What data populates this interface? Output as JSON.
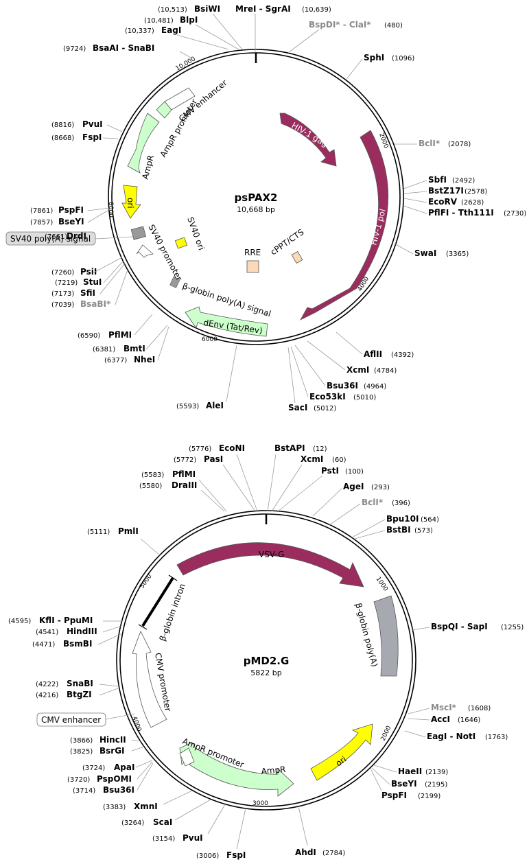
{
  "maps": [
    {
      "name": "psPAX2",
      "size_label": "10,668 bp",
      "length": 10668,
      "enzymes": [
        {
          "name": "BsiWI",
          "pos": "(10,513)",
          "color": "#000000"
        },
        {
          "name": "BlpI",
          "pos": "(10,481)",
          "color": "#000000"
        },
        {
          "name": "EagI",
          "pos": "(10,337)",
          "color": "#000000"
        },
        {
          "name": "BsaAI - SnaBI",
          "pos": "(9724)",
          "color": "#000000"
        },
        {
          "name": "MreI - SgrAI",
          "pos": "(10,639)",
          "color": "#000000"
        },
        {
          "name": "BspDI* - ClaI*",
          "pos": "(480)",
          "color": "#8a8a8a"
        },
        {
          "name": "SphI",
          "pos": "(1096)",
          "color": "#000000"
        },
        {
          "name": "BclI*",
          "pos": "(2078)",
          "color": "#8a8a8a"
        },
        {
          "name": "SbfI",
          "pos": "(2492)",
          "color": "#000000"
        },
        {
          "name": "BstZ17I",
          "pos": "(2578)",
          "color": "#000000"
        },
        {
          "name": "EcoRV",
          "pos": "(2628)",
          "color": "#000000"
        },
        {
          "name": "PflFI - Tth111I",
          "pos": "(2730)",
          "color": "#000000"
        },
        {
          "name": "SwaI",
          "pos": "(3365)",
          "color": "#000000"
        },
        {
          "name": "AflII",
          "pos": "(4392)",
          "color": "#000000"
        },
        {
          "name": "XcmI",
          "pos": "(4784)",
          "color": "#000000"
        },
        {
          "name": "Bsu36I",
          "pos": "(4964)",
          "color": "#000000"
        },
        {
          "name": "Eco53kI",
          "pos": "(5010)",
          "color": "#000000"
        },
        {
          "name": "SacI",
          "pos": "(5012)",
          "color": "#000000"
        },
        {
          "name": "AleI",
          "pos": "(5593)",
          "color": "#000000"
        },
        {
          "name": "PvuI",
          "pos": "(8816)",
          "color": "#000000"
        },
        {
          "name": "FspI",
          "pos": "(8668)",
          "color": "#000000"
        },
        {
          "name": "PspFI",
          "pos": "(7861)",
          "color": "#000000"
        },
        {
          "name": "BseYI",
          "pos": "(7857)",
          "color": "#000000"
        },
        {
          "name": "DrdI",
          "pos": "(7661)",
          "color": "#000000"
        },
        {
          "name": "PsiI",
          "pos": "(7260)",
          "color": "#000000"
        },
        {
          "name": "StuI",
          "pos": "(7219)",
          "color": "#000000"
        },
        {
          "name": "SfiI",
          "pos": "(7173)",
          "color": "#000000"
        },
        {
          "name": "BsaBI*",
          "pos": "(7039)",
          "color": "#8a8a8a"
        },
        {
          "name": "PflMI",
          "pos": "(6590)",
          "color": "#000000"
        },
        {
          "name": "BmtI",
          "pos": "(6381)",
          "color": "#000000"
        },
        {
          "name": "NheI",
          "pos": "(6377)",
          "color": "#000000"
        }
      ],
      "features": {
        "cmv_enhancer": "CMV enhancer",
        "ampr_promoter": "AmpR promoter",
        "ampr": "AmpR",
        "ori": "ori",
        "sv40_ori": "SV40 ori",
        "sv40_promoter": "SV40 promoter",
        "sv40_polya": "SV40 poly(A) signal",
        "globin_polya": "β-globin poly(A) signal",
        "denv": "dEnv (Tat/Rev)",
        "rre": "RRE",
        "cppt": "cPPT/CTS",
        "gag": "HIV-1 gag",
        "pol": "HIV-1 pol"
      },
      "ticks": [
        "10,000",
        "2000",
        "4000",
        "6000",
        "8000"
      ],
      "colors": {
        "gag_pol": "#9b2c5e",
        "ampr": "#ccffcc",
        "ori": "#ffff00",
        "rre": "#fcd9b8",
        "gray_box": "#999999"
      }
    },
    {
      "name": "pMD2.G",
      "size_label": "5822 bp",
      "length": 5822,
      "enzymes": [
        {
          "name": "EcoNI",
          "pos": "(5776)",
          "color": "#000000"
        },
        {
          "name": "PasI",
          "pos": "(5772)",
          "color": "#000000"
        },
        {
          "name": "PflMI",
          "pos": "(5583)",
          "color": "#000000"
        },
        {
          "name": "DraIII",
          "pos": "(5580)",
          "color": "#000000"
        },
        {
          "name": "PmlI",
          "pos": "(5111)",
          "color": "#000000"
        },
        {
          "name": "BstAPI",
          "pos": "(12)",
          "color": "#000000"
        },
        {
          "name": "XcmI",
          "pos": "(60)",
          "color": "#000000"
        },
        {
          "name": "PstI",
          "pos": "(100)",
          "color": "#000000"
        },
        {
          "name": "AgeI",
          "pos": "(293)",
          "color": "#000000"
        },
        {
          "name": "BclI*",
          "pos": "(396)",
          "color": "#8a8a8a"
        },
        {
          "name": "Bpu10I",
          "pos": "(564)",
          "color": "#000000"
        },
        {
          "name": "BstBI",
          "pos": "(573)",
          "color": "#000000"
        },
        {
          "name": "BspQI - SapI",
          "pos": "(1255)",
          "color": "#000000"
        },
        {
          "name": "MscI*",
          "pos": "(1608)",
          "color": "#8a8a8a"
        },
        {
          "name": "AccI",
          "pos": "(1646)",
          "color": "#000000"
        },
        {
          "name": "EagI - NotI",
          "pos": "(1763)",
          "color": "#000000"
        },
        {
          "name": "HaeII",
          "pos": "(2139)",
          "color": "#000000"
        },
        {
          "name": "BseYI",
          "pos": "(2195)",
          "color": "#000000"
        },
        {
          "name": "PspFI",
          "pos": "(2199)",
          "color": "#000000"
        },
        {
          "name": "AhdI",
          "pos": "(2784)",
          "color": "#000000"
        },
        {
          "name": "FspI",
          "pos": "(3006)",
          "color": "#000000"
        },
        {
          "name": "PvuI",
          "pos": "(3154)",
          "color": "#000000"
        },
        {
          "name": "ScaI",
          "pos": "(3264)",
          "color": "#000000"
        },
        {
          "name": "XmnI",
          "pos": "(3383)",
          "color": "#000000"
        },
        {
          "name": "Bsu36I",
          "pos": "(3714)",
          "color": "#000000"
        },
        {
          "name": "PspOMI",
          "pos": "(3720)",
          "color": "#000000"
        },
        {
          "name": "ApaI",
          "pos": "(3724)",
          "color": "#000000"
        },
        {
          "name": "BsrGI",
          "pos": "(3825)",
          "color": "#000000"
        },
        {
          "name": "HincII",
          "pos": "(3866)",
          "color": "#000000"
        },
        {
          "name": "BtgZI",
          "pos": "(4216)",
          "color": "#000000"
        },
        {
          "name": "SnaBI",
          "pos": "(4222)",
          "color": "#000000"
        },
        {
          "name": "BsmBI",
          "pos": "(4471)",
          "color": "#000000"
        },
        {
          "name": "HindIII",
          "pos": "(4541)",
          "color": "#000000"
        },
        {
          "name": "KflI - PpuMI",
          "pos": "(4595)",
          "color": "#000000"
        }
      ],
      "features": {
        "vsvg": "VSV-G",
        "globin_intron": "β-globin intron",
        "globin_polya": "β-globin poly(A)",
        "cmv_enhancer": "CMV enhancer",
        "cmv_promoter": "CMV promoter",
        "ampr_promoter": "AmpR promoter",
        "ampr": "AmpR",
        "ori": "ori"
      },
      "ticks": [
        "5000",
        "1000",
        "2000",
        "3000",
        "4000"
      ],
      "colors": {
        "vsvg": "#9b2c5e",
        "ampr": "#ccffcc",
        "ori": "#ffff00",
        "polya": "#a6a9b0"
      }
    }
  ]
}
